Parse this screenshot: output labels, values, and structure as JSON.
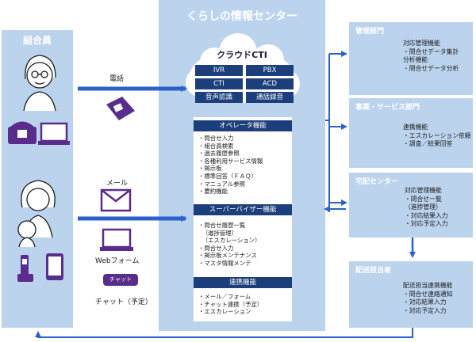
{
  "members": {
    "title": "組合員"
  },
  "channels": {
    "phone": "電話",
    "mail": "メール",
    "web": "Webフォーム",
    "chat_badge": "チャット",
    "chat": "チャット（予定）"
  },
  "center": {
    "title": "くらしの情報センター",
    "cloud_title": "クラウドCTI",
    "cti_items": [
      "IVR",
      "PBX",
      "CTI",
      "ACD",
      "音声認識",
      "通話録音"
    ],
    "operator": {
      "title": "オペレータ機能",
      "items": [
        "問合せ入力",
        "組合員検索",
        "過去履歴参照",
        "各種利用サービス情報",
        "掲示板",
        "標準回答（ＦＡＱ）",
        "マニュアル参照",
        "要約機能"
      ]
    },
    "supervisor": {
      "title": "スーパーバイザー機能",
      "items": [
        "問合せ履歴一覧",
        "（進捗管理）",
        "（エスカレーション）",
        "問合せ入力",
        "掲示板メンテナンス",
        "マスタ情報メンテ"
      ]
    },
    "linkage": {
      "title": "連携機能",
      "items": [
        "メール／フォーム",
        "チャット連携（予定）",
        "エスカレーション"
      ]
    }
  },
  "departments": [
    {
      "title": "管理部門",
      "items": [
        "対応管理機能",
        "・問合せデータ集計",
        "分析機能",
        "・問合せデータ分析"
      ]
    },
    {
      "title": "事業・サービス部門",
      "items": [
        "連携機能",
        "・エスカレーション依頼",
        "・調査／結果回答"
      ]
    },
    {
      "title": "宅配センター",
      "items": [
        "対応管理機能",
        "・問合せ一覧",
        "（進捗管理）",
        "・対応結果入力",
        "・対応予定入力"
      ]
    },
    {
      "title": "配送担当者",
      "items": [
        "配送担当連携機能",
        "・問合せ連絡通知",
        "・対応結果入力",
        "・対応予定入力"
      ]
    }
  ],
  "colors": {
    "panel": "#bcd3ee",
    "navy": "#1c3f7c",
    "purple": "#5a2d8c",
    "arrow": "#2a62c9"
  }
}
